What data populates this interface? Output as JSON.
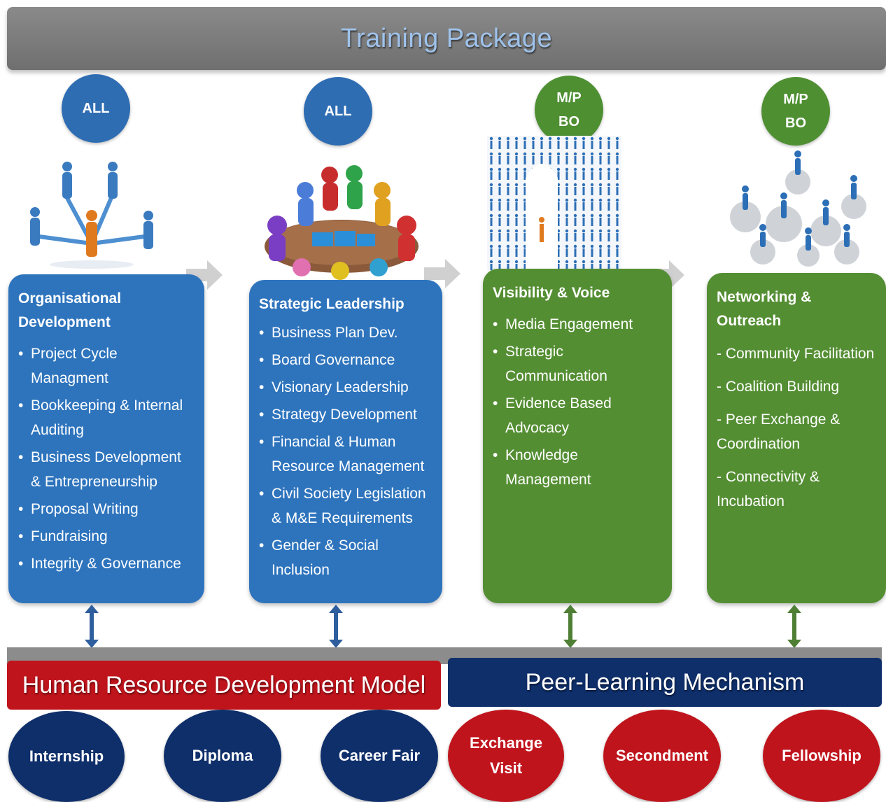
{
  "banner": {
    "title": "Training Package"
  },
  "circles": [
    {
      "lines": [
        "ALL"
      ],
      "color": "#2f6db3"
    },
    {
      "lines": [
        "ALL"
      ],
      "color": "#2f6db3"
    },
    {
      "lines": [
        "M/P",
        "BO"
      ],
      "color": "#4e8f32"
    },
    {
      "lines": [
        "M/P",
        "BO"
      ],
      "color": "#4e8f32"
    }
  ],
  "cards": [
    {
      "title_lines": [
        "Organisational",
        "Development"
      ],
      "items": [
        "Project Cycle Managment",
        "Bookkeeping & Internal Auditing",
        "Business Development & Entrepreneurship",
        "Proposal Writing",
        "Fundraising",
        "Integrity & Governance"
      ],
      "color": "#2e74bd"
    },
    {
      "title_lines": [
        "Strategic Leadership"
      ],
      "items": [
        "Business Plan Dev.",
        "Board Governance",
        "Visionary Leadership",
        "Strategy Development",
        "Financial & Human Resource Management",
        "Civil Society Legislation & M&E Requirements",
        "Gender & Social Inclusion"
      ],
      "color": "#2e74bd"
    },
    {
      "title_lines": [
        "Visibility & Voice"
      ],
      "items": [
        "Media Engagement",
        "Strategic Communication",
        "Evidence Based Advocacy",
        "Knowledge Management"
      ],
      "color": "#548e33"
    },
    {
      "title_lines": [
        "Networking & Outreach"
      ],
      "items": [
        "- Community Facilitation",
        "- Coalition Building",
        "- Peer Exchange & Coordination",
        "- Connectivity & Incubation"
      ],
      "color": "#548e33"
    }
  ],
  "models": {
    "hr": {
      "label": "Human Resource Development Model",
      "color": "#c0141c"
    },
    "peer": {
      "label": "Peer-Learning Mechanism",
      "color": "#0f2f6b"
    }
  },
  "ovals": [
    {
      "lines": [
        "Internship"
      ],
      "color": "#0f2f6b"
    },
    {
      "lines": [
        "Diploma"
      ],
      "color": "#0f2f6b"
    },
    {
      "lines": [
        "Career Fair"
      ],
      "color": "#0f2f6b"
    },
    {
      "lines": [
        "Exchange",
        "Visit"
      ],
      "color": "#c0141c"
    },
    {
      "lines": [
        "Secondment"
      ],
      "color": "#c0141c"
    },
    {
      "lines": [
        "Fellowship"
      ],
      "color": "#c0141c"
    }
  ],
  "colors": {
    "arrow_gray": "#d0d0d0",
    "arrow_blue": "#2e5e9e",
    "arrow_green": "#4e7f34"
  },
  "icons": [
    "people-network-icon",
    "puzzle-table-icon",
    "crowd-highlight-icon",
    "gear-network-icon"
  ]
}
